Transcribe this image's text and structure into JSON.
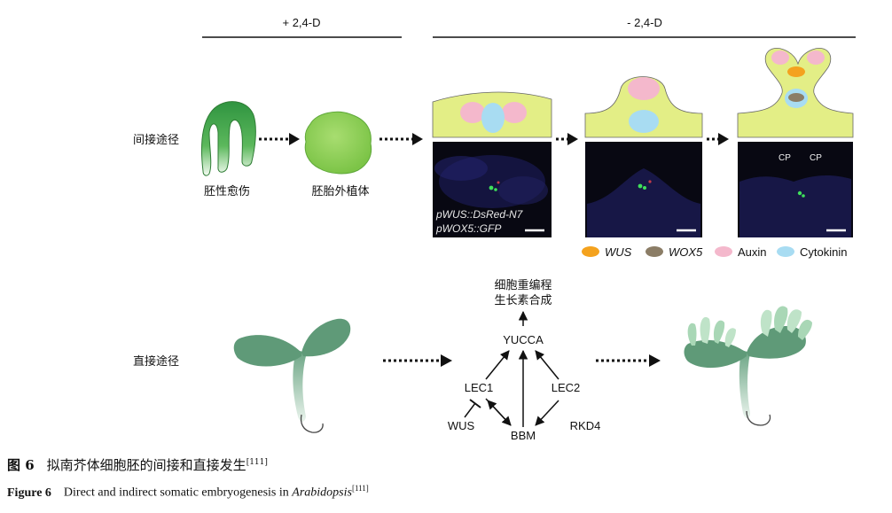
{
  "top": {
    "with_24d": "+ 2,4-D",
    "without_24d": "- 2,4-D"
  },
  "indirect": {
    "label": "间接途径",
    "stage1": "胚性愈伤",
    "stage2": "胚胎外植体"
  },
  "micrograph": {
    "reporter1": "pWUS::DsRed-N7",
    "reporter2": "pWOX5::GFP",
    "cp1": "CP",
    "cp2": "CP"
  },
  "legend": [
    {
      "label": "WUS",
      "italic": true,
      "color": "#f4a21e"
    },
    {
      "label": "WOX5",
      "italic": true,
      "color": "#8b7d66"
    },
    {
      "label": "Auxin",
      "italic": false,
      "color": "#f4b8cc"
    },
    {
      "label": "Cytokinin",
      "italic": false,
      "color": "#a8dcf2"
    }
  ],
  "direct": {
    "label": "直接途径"
  },
  "network": {
    "output_line1": "细胞重编程",
    "output_line2": "生长素合成",
    "yucca": "YUCCA",
    "lec1": "LEC1",
    "lec2": "LEC2",
    "wus": "WUS",
    "bbm": "BBM",
    "rkd4": "RKD4"
  },
  "caption": {
    "cn_label": "图 6",
    "cn_text": "拟南芥体细胞胚的间接和直接发生",
    "en_label": "Figure 6",
    "en_text_before": "Direct and indirect somatic embryogenesis in ",
    "en_species": "Arabidopsis",
    "ref": "[111]"
  },
  "colors": {
    "green_dark": "#3f9a4a",
    "green_light": "#8fd05a",
    "yellow_green": "#e3ee86",
    "seedling": "#5f9a78"
  }
}
